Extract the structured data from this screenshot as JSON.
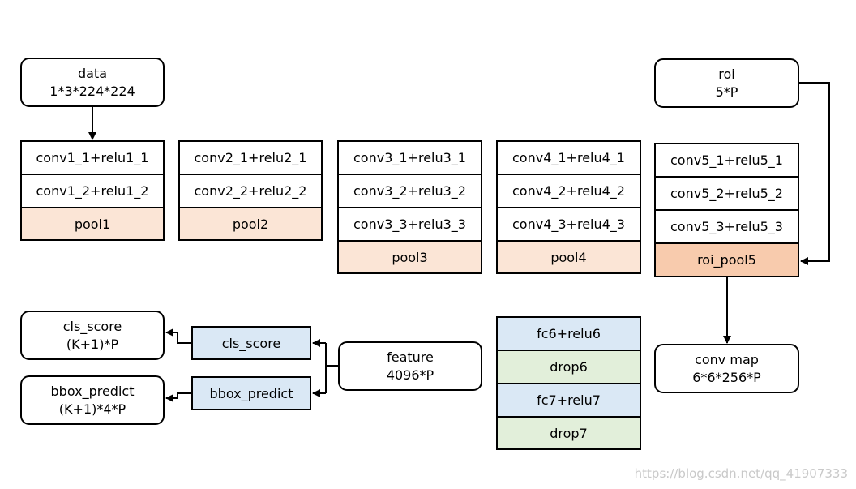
{
  "inputs": {
    "data": {
      "name": "data",
      "shape": "1*3*224*224"
    },
    "roi": {
      "name": "roi",
      "shape": "5*P"
    }
  },
  "stages": [
    {
      "layers": [
        "conv1_1+relu1_1",
        "conv1_2+relu1_2"
      ],
      "pool": "pool1"
    },
    {
      "layers": [
        "conv2_1+relu2_1",
        "conv2_2+relu2_2"
      ],
      "pool": "pool2"
    },
    {
      "layers": [
        "conv3_1+relu3_1",
        "conv3_2+relu3_2",
        "conv3_3+relu3_3"
      ],
      "pool": "pool3"
    },
    {
      "layers": [
        "conv4_1+relu4_1",
        "conv4_2+relu4_2",
        "conv4_3+relu4_3"
      ],
      "pool": "pool4"
    },
    {
      "layers": [
        "conv5_1+relu5_1",
        "conv5_2+relu5_2",
        "conv5_3+relu5_3"
      ],
      "pool": "roi_pool5"
    }
  ],
  "conv_map": {
    "name": "conv map",
    "shape": "6*6*256*P"
  },
  "fc_stack": [
    "fc6+relu6",
    "drop6",
    "fc7+relu7",
    "drop7"
  ],
  "feature": {
    "name": "feature",
    "shape": "4096*P"
  },
  "heads": {
    "cls_layer": "cls_score",
    "bbox_layer": "bbox_predict"
  },
  "outputs": {
    "cls": {
      "name": "cls_score",
      "shape": "(K+1)*P"
    },
    "bbox": {
      "name": "bbox_predict",
      "shape": "(K+1)*4*P"
    }
  },
  "watermark": "https://blog.csdn.net/qq_41907333"
}
